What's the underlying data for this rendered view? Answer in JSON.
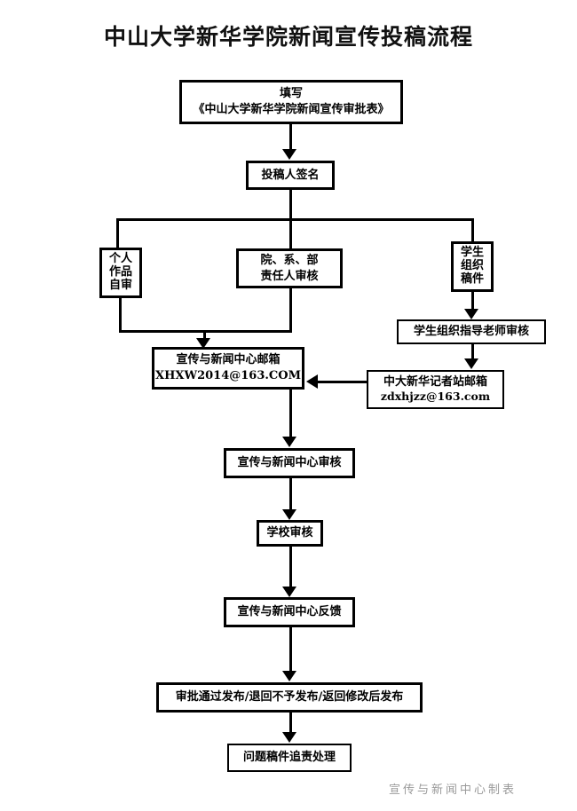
{
  "title": "中山大学新华学院新闻宣传投稿流程",
  "footer": "宣传与新闻中心制表",
  "nodes": {
    "fill_form": {
      "line1": "填写",
      "line2": "《中山大学新华学院新闻宣传审批表》"
    },
    "contributor_signature": {
      "line1": "投稿人签名"
    },
    "personal_self_review": {
      "line1": "个人",
      "line2": "作品",
      "line3": "自审"
    },
    "department_review": {
      "line1": "院、系、部",
      "line2": "责任人审核"
    },
    "student_org_draft": {
      "line1": "学生",
      "line2": "组织",
      "line3": "稿件"
    },
    "student_org_teacher_review": {
      "line1": "学生组织指导老师审核"
    },
    "news_center_mailbox": {
      "line1": "宣传与新闻中心邮箱",
      "line2": "XHXW2014@163.COM"
    },
    "press_station_mailbox": {
      "line1": "中大新华记者站邮箱",
      "line2": "zdxhjzz@163.com"
    },
    "news_center_review": {
      "line1": "宣传与新闻中心审核"
    },
    "school_review": {
      "line1": "学校审核"
    },
    "news_center_feedback": {
      "line1": "宣传与新闻中心反馈"
    },
    "publish_decision": {
      "line1": "审批通过发布/退回不予发布/返回修改后发布"
    },
    "accountability": {
      "line1": "问题稿件追责处理"
    }
  },
  "colors": {
    "line": "#000000",
    "text": "#000000",
    "footer_text": "#9a9a9a",
    "background": "#ffffff"
  }
}
